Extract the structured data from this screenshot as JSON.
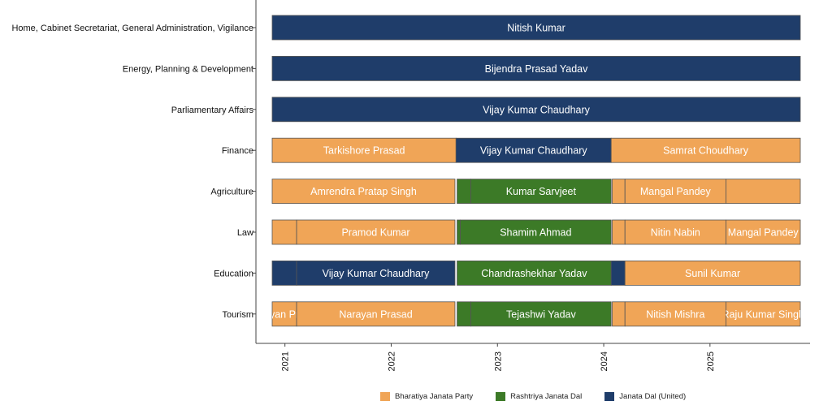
{
  "chart_data": {
    "type": "gantt",
    "colors": {
      "Bharatiya Janata Party": "#F0A557",
      "Rashtriya Janata Dal": "#3C7A27",
      "Janata Dal (United)": "#1F3D6A"
    },
    "x_ticks": [
      "2021",
      "2022",
      "2023",
      "2024",
      "2025"
    ],
    "x_range": [
      2020.85,
      2025.85
    ],
    "legend": [
      "Bharatiya Janata Party",
      "Rashtriya Janata Dal",
      "Janata Dal (United)"
    ],
    "legend_position": "bottom",
    "rows": [
      {
        "label": "Home, Cabinet Secretariat, General Administration, Vigilance",
        "segments": [
          {
            "start": 2020.88,
            "end": 2025.85,
            "party": "Janata Dal (United)",
            "minister": "Nitish Kumar"
          }
        ]
      },
      {
        "label": "Energy, Planning & Development",
        "segments": [
          {
            "start": 2020.88,
            "end": 2025.85,
            "party": "Janata Dal (United)",
            "minister": "Bijendra Prasad Yadav"
          }
        ]
      },
      {
        "label": "Parliamentary Affairs",
        "segments": [
          {
            "start": 2020.88,
            "end": 2025.85,
            "party": "Janata Dal (United)",
            "minister": "Vijay Kumar Chaudhary"
          }
        ]
      },
      {
        "label": "Finance",
        "segments": [
          {
            "start": 2020.88,
            "end": 2022.61,
            "party": "Bharatiya Janata Party",
            "minister": "Tarkishore Prasad"
          },
          {
            "start": 2022.61,
            "end": 2024.07,
            "party": "Janata Dal (United)",
            "minister": "Vijay Kumar Chaudhary"
          },
          {
            "start": 2024.07,
            "end": 2025.85,
            "party": "Bharatiya Janata Party",
            "minister": "Samrat Choudhary"
          }
        ]
      },
      {
        "label": "Agriculture",
        "segments": [
          {
            "start": 2020.88,
            "end": 2022.6,
            "party": "Bharatiya Janata Party",
            "minister": "Amrendra Pratap Singh"
          },
          {
            "start": 2022.62,
            "end": 2022.75,
            "party": "Rashtriya Janata Dal",
            "minister": ""
          },
          {
            "start": 2022.75,
            "end": 2024.07,
            "party": "Rashtriya Janata Dal",
            "minister": "Kumar Sarvjeet"
          },
          {
            "start": 2024.08,
            "end": 2024.2,
            "party": "Bharatiya Janata Party",
            "minister": ""
          },
          {
            "start": 2024.2,
            "end": 2025.15,
            "party": "Bharatiya Janata Party",
            "minister": "Mangal Pandey"
          },
          {
            "start": 2025.15,
            "end": 2025.85,
            "party": "Bharatiya Janata Party",
            "minister": ""
          }
        ]
      },
      {
        "label": "Law",
        "segments": [
          {
            "start": 2020.88,
            "end": 2021.11,
            "party": "Bharatiya Janata Party",
            "minister": ""
          },
          {
            "start": 2021.11,
            "end": 2022.6,
            "party": "Bharatiya Janata Party",
            "minister": "Pramod Kumar"
          },
          {
            "start": 2022.62,
            "end": 2022.65,
            "party": "Rashtriya Janata Dal",
            "minister": ""
          },
          {
            "start": 2022.65,
            "end": 2024.07,
            "party": "Rashtriya Janata Dal",
            "minister": "Shamim Ahmad"
          },
          {
            "start": 2024.08,
            "end": 2024.2,
            "party": "Bharatiya Janata Party",
            "minister": ""
          },
          {
            "start": 2024.2,
            "end": 2025.15,
            "party": "Bharatiya Janata Party",
            "minister": "Nitin Nabin"
          },
          {
            "start": 2025.15,
            "end": 2025.85,
            "party": "Bharatiya Janata Party",
            "minister": "Mangal Pandey"
          }
        ]
      },
      {
        "label": "Education",
        "segments": [
          {
            "start": 2020.88,
            "end": 2021.11,
            "party": "Janata Dal (United)",
            "minister": ""
          },
          {
            "start": 2021.11,
            "end": 2022.6,
            "party": "Janata Dal (United)",
            "minister": "Vijay Kumar Chaudhary"
          },
          {
            "start": 2022.62,
            "end": 2024.07,
            "party": "Rashtriya Janata Dal",
            "minister": "Chandrashekhar Yadav"
          },
          {
            "start": 2024.07,
            "end": 2024.2,
            "party": "Janata Dal (United)",
            "minister": ""
          },
          {
            "start": 2024.2,
            "end": 2025.85,
            "party": "Bharatiya Janata Party",
            "minister": "Sunil Kumar"
          }
        ]
      },
      {
        "label": "Tourism",
        "segments": [
          {
            "start": 2020.88,
            "end": 2021.11,
            "party": "Bharatiya Janata Party",
            "minister": "Narayan Prasad"
          },
          {
            "start": 2021.11,
            "end": 2022.6,
            "party": "Bharatiya Janata Party",
            "minister": "Narayan Prasad"
          },
          {
            "start": 2022.62,
            "end": 2022.75,
            "party": "Rashtriya Janata Dal",
            "minister": ""
          },
          {
            "start": 2022.75,
            "end": 2024.07,
            "party": "Rashtriya Janata Dal",
            "minister": "Tejashwi Yadav"
          },
          {
            "start": 2024.08,
            "end": 2024.2,
            "party": "Bharatiya Janata Party",
            "minister": ""
          },
          {
            "start": 2024.2,
            "end": 2025.15,
            "party": "Bharatiya Janata Party",
            "minister": "Nitish Mishra"
          },
          {
            "start": 2025.15,
            "end": 2025.85,
            "party": "Bharatiya Janata Party",
            "minister": "Raju Kumar Singh"
          }
        ]
      }
    ]
  }
}
